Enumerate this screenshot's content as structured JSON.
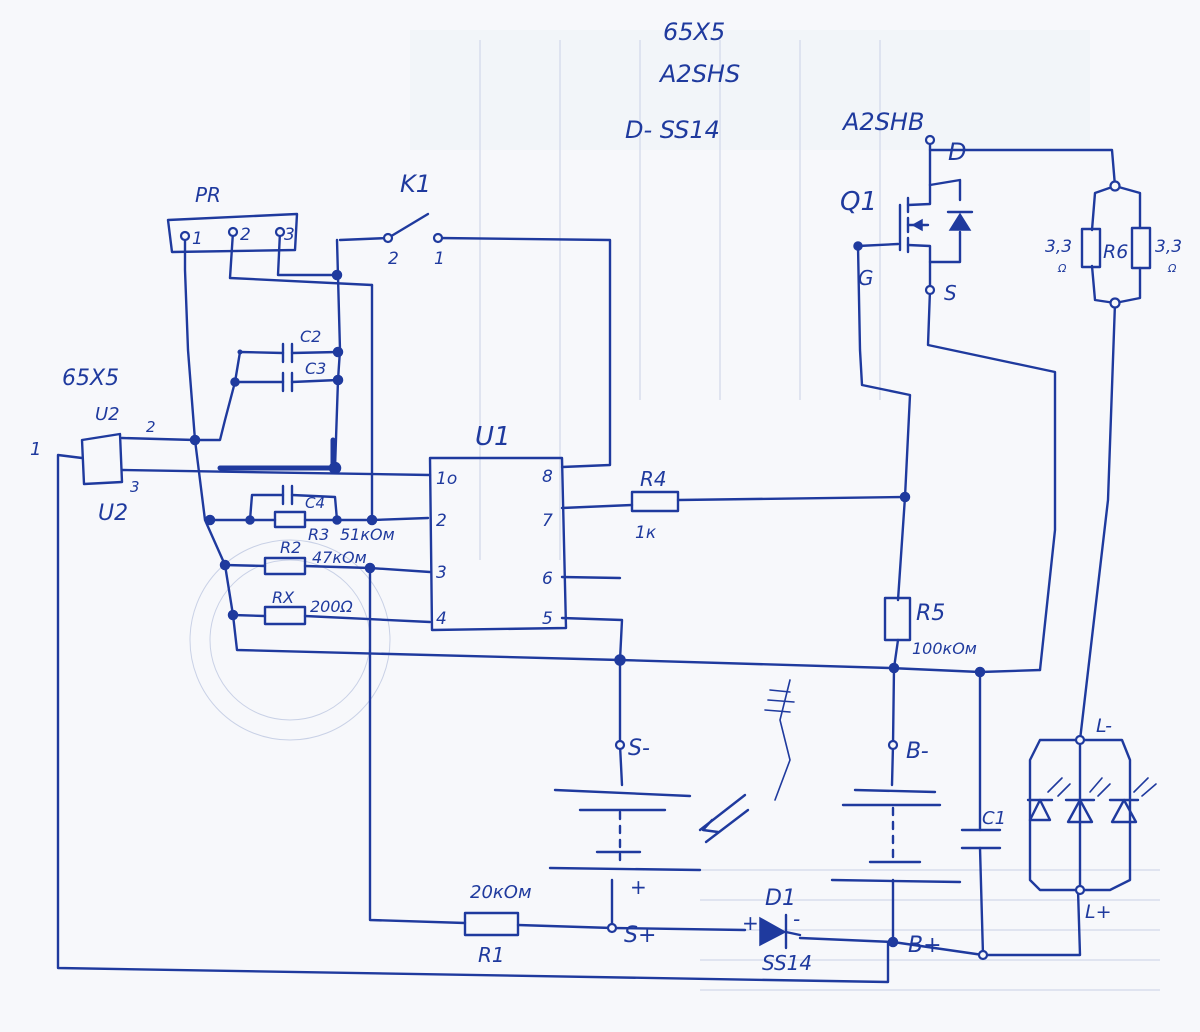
{
  "colors": {
    "ink": "#1f3a9e",
    "paper": "#f7f8fb"
  },
  "header": {
    "line1": "65X5",
    "line2": "A2SHS",
    "line3": "D- SS14"
  },
  "labels": {
    "a2shb": "A2SHB",
    "q1": "Q1",
    "d": "D",
    "g": "G",
    "s": "S",
    "pr": "PR",
    "pr_pin1": "1",
    "pr_pin2": "2",
    "pr_pin3": "3",
    "k1": "K1",
    "k1_pin2": "2",
    "k1_pin1": "1",
    "c2": "C2",
    "c3": "C3",
    "c4": "C4",
    "reg_name": "65X5",
    "u2_top": "U2",
    "u2_pin2": "2",
    "u2_pin3": "3",
    "u2_bottom": "U2",
    "in_pin1": "1",
    "u1": "U1",
    "u1_pin1": "1o",
    "u1_pin2": "2",
    "u1_pin3": "3",
    "u1_pin4": "4",
    "u1_pin5": "5",
    "u1_pin6": "6",
    "u1_pin7": "7",
    "u1_pin8": "8",
    "r3": "R3",
    "r3_val": "51кОм",
    "r2": "R2",
    "r2_val": "47кОм",
    "rx": "RX",
    "rx_val": "200Ω",
    "r4": "R4",
    "r4_val": "1к",
    "r5": "R5",
    "r5_val": "100кОм",
    "r6": "R6",
    "r6_left": "3,3",
    "r6_left_unit": "Ω",
    "r6_right": "3,3",
    "r6_right_unit": "Ω",
    "l_minus": "L-",
    "l_plus": "L+",
    "s_minus": "S-",
    "s_plus": "S+",
    "b_minus": "B-",
    "b_plus": "B+",
    "c1": "C1",
    "r1": "R1",
    "r1_val": "20кОм",
    "d1": "D1",
    "d1_type": "SS14",
    "d1_plus": "+",
    "d1_minus": "-",
    "s_batt_plus": "+"
  }
}
